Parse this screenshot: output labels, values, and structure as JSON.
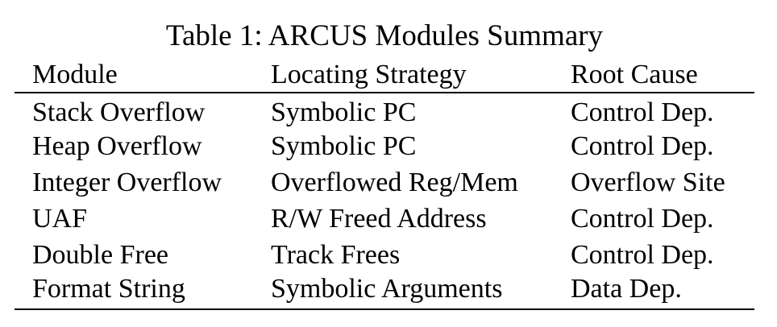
{
  "caption": "Table 1: ARCUS Modules Summary",
  "headers": [
    "Module",
    "Locating Strategy",
    "Root Cause"
  ],
  "rows": [
    [
      "Stack Overflow",
      "Symbolic PC",
      "Control Dep."
    ],
    [
      "Heap Overflow",
      "Symbolic PC",
      "Control Dep."
    ],
    [
      "Integer Overflow",
      "Overflowed Reg/Mem",
      "Overflow Site"
    ],
    [
      "UAF",
      "R/W Freed Address",
      "Control Dep."
    ],
    [
      "Double Free",
      "Track Frees",
      "Control Dep."
    ],
    [
      "Format String",
      "Symbolic Arguments",
      "Data Dep."
    ]
  ]
}
